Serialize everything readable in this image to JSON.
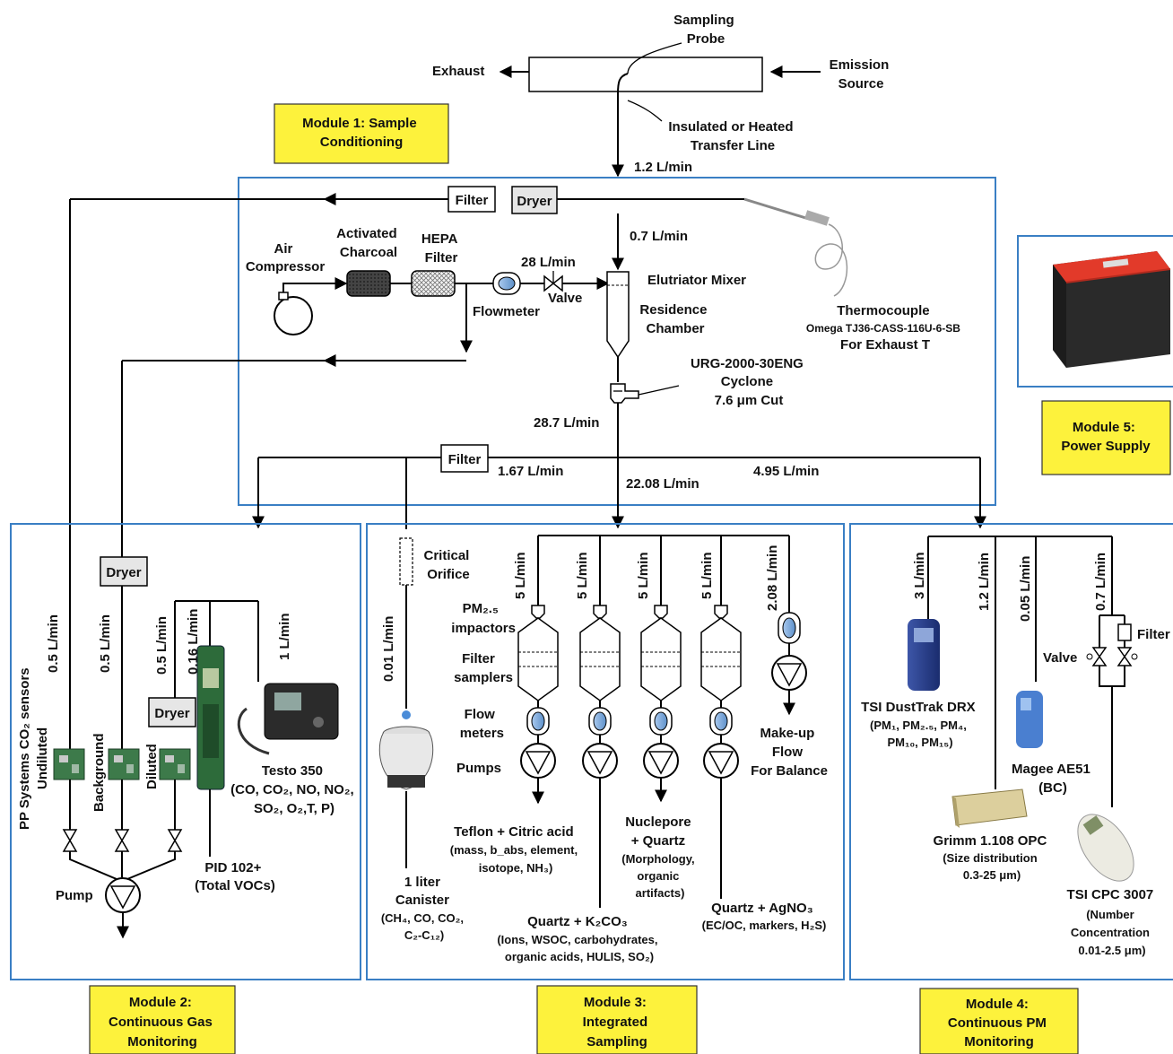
{
  "header": {
    "sampling_probe": [
      "Sampling",
      "Probe"
    ],
    "exhaust": "Exhaust",
    "emission_source": [
      "Emission",
      "Source"
    ],
    "transfer_line": [
      "Insulated or Heated",
      "Transfer Line"
    ],
    "flow_in": "1.2 L/min"
  },
  "module1": {
    "title": [
      "Module 1: Sample",
      "Conditioning"
    ],
    "filter": "Filter",
    "dryer": "Dryer",
    "air_compressor": [
      "Air",
      "Compressor"
    ],
    "charcoal": [
      "Activated",
      "Charcoal"
    ],
    "hepa": [
      "HEPA",
      "Filter"
    ],
    "flow_28": "28 L/min",
    "flowmeter": "Flowmeter",
    "valve": "Valve",
    "flow_07": "0.7 L/min",
    "elutriator": "Elutriator Mixer",
    "residence": [
      "Residence",
      "Chamber"
    ],
    "thermocouple": [
      "Thermocouple",
      "Omega TJ36-CASS-116U-6-SB",
      "For Exhaust T"
    ],
    "cyclone": [
      "URG-2000-30ENG",
      "Cyclone",
      "7.6 μm Cut"
    ],
    "flow_287": "28.7 L/min",
    "filter2": "Filter",
    "flow_167": "1.67 L/min",
    "flow_2208": "22.08 L/min",
    "flow_495": "4.95 L/min"
  },
  "module2": {
    "title": [
      "Module 2:",
      "Continuous Gas",
      "Monitoring"
    ],
    "sensors_label": "PP Systems CO₂ sensors",
    "dryer_top": "Dryer",
    "dryer_bottom": "Dryer",
    "flows": [
      "0.5 L/min",
      "0.5 L/min",
      "0.5 L/min",
      "0.16 L/min",
      "1 L/min"
    ],
    "undiluted": "Undiluted",
    "background": "Background",
    "diluted": "Diluted",
    "pump": "Pump",
    "pid": [
      "PID 102+",
      "(Total VOCs)"
    ],
    "testo": [
      "Testo 350",
      "(CO, CO₂, NO, NO₂,",
      "SO₂, O₂,T, P)"
    ]
  },
  "module3": {
    "title": [
      "Module 3:",
      "Integrated",
      "Sampling"
    ],
    "critical_orifice": [
      "Critical",
      "Orifice"
    ],
    "flow_001": "0.01 L/min",
    "canister": [
      "1 liter",
      "Canister",
      "(CH₄, CO, CO₂,",
      "C₂-C₁₂)"
    ],
    "channel_flows": [
      "5 L/min",
      "5 L/min",
      "5 L/min",
      "5 L/min",
      "2.08 L/min"
    ],
    "impactors": [
      "PM₂.₅",
      "impactors"
    ],
    "filter_samplers": [
      "Filter",
      "samplers"
    ],
    "flow_meters": [
      "Flow",
      "meters"
    ],
    "pumps": "Pumps",
    "makeup": [
      "Make-up",
      "Flow",
      "For Balance"
    ],
    "teflon": [
      "Teflon + Citric acid",
      "(mass, b_abs, element,",
      "isotope, NH₃)"
    ],
    "nuclepore": [
      "Nuclepore",
      "+ Quartz",
      "(Morphology,",
      "organic",
      "artifacts)"
    ],
    "quartz_k2co3": [
      "Quartz + K₂CO₃",
      "(Ions, WSOC, carbohydrates,",
      "organic acids, HULIS, SO₂)"
    ],
    "quartz_agno3": [
      "Quartz + AgNO₃",
      "(EC/OC, markers, H₂S)"
    ]
  },
  "module4": {
    "title": [
      "Module 4:",
      "Continuous PM",
      "Monitoring"
    ],
    "flows": [
      "3 L/min",
      "1.2 L/min",
      "0.05 L/min",
      "0.7 L/min"
    ],
    "filter": "Filter",
    "valve": "Valve",
    "dusttrak": [
      "TSI DustTrak DRX",
      "(PM₁, PM₂.₅, PM₄,",
      "PM₁₀, PM₁₅)"
    ],
    "magee": [
      "Magee AE51",
      "(BC)"
    ],
    "grimm": [
      "Grimm 1.108 OPC",
      "(Size distribution",
      "0.3-25 μm)"
    ],
    "cpc": [
      "TSI CPC 3007",
      "(Number",
      "Concentration",
      "0.01-2.5 μm)"
    ]
  },
  "module5": {
    "title": [
      "Module 5:",
      "Power Supply"
    ]
  }
}
